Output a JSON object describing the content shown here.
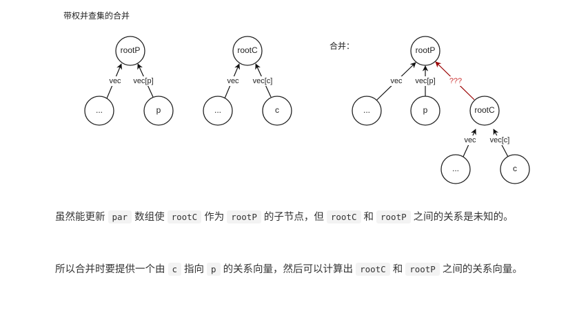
{
  "diagram": {
    "title": "带权并查集的合并",
    "merge_label": "合并：",
    "nodes": {
      "rootP": "rootP",
      "rootC": "rootC",
      "p": "p",
      "c": "c",
      "others": "..."
    },
    "edges": {
      "vec": "vec",
      "vec_p": "vec[p]",
      "vec_c": "vec[c]",
      "unknown": "???"
    },
    "colors": {
      "unknown_edge": "#990000"
    }
  },
  "paragraphs": [
    {
      "t1": "虽然能更新",
      "c1": "par",
      "t2": "数组使",
      "c2": "rootC",
      "t3": "作为",
      "c3": "rootP",
      "t4": "的子节点，但",
      "c4": "rootC",
      "t5": "和",
      "c5": "rootP",
      "t6": "之间的关系是未知的。"
    },
    {
      "t1": "所以合并时要提供一个由",
      "c1": "c",
      "t2": "指向",
      "c2": "p",
      "t3": "的关系向量，然后可以计算出",
      "c3": "rootC",
      "t4": "和",
      "c4": "rootP",
      "t5": "之间的关系向量。"
    }
  ]
}
